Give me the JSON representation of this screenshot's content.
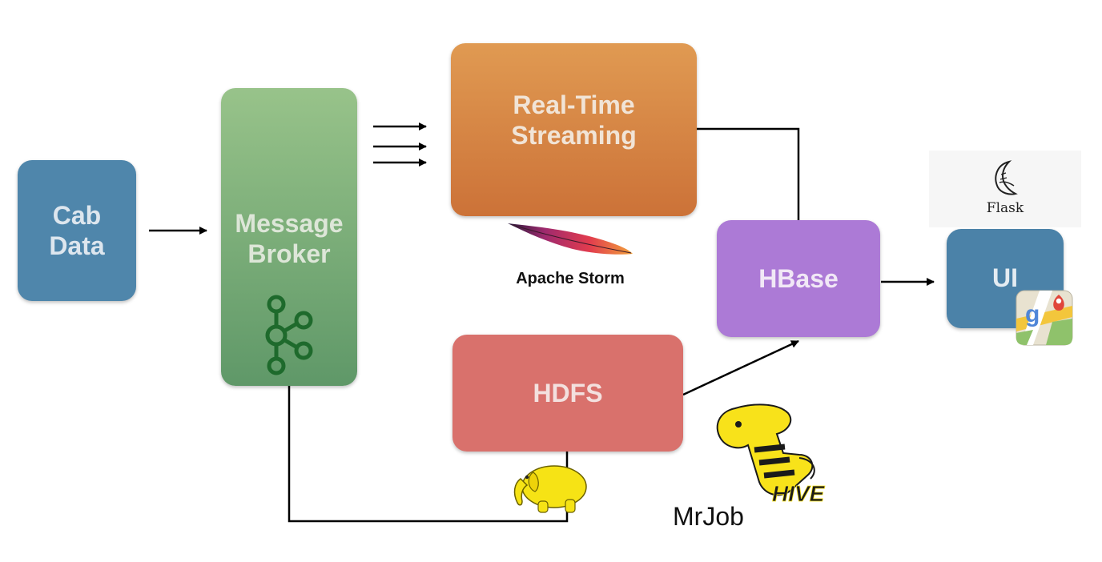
{
  "nodes": {
    "cab_data": "Cab\nData",
    "message_broker": "Message\nBroker",
    "realtime_streaming": "Real-Time\nStreaming",
    "hdfs": "HDFS",
    "hbase": "HBase",
    "ui": "UI"
  },
  "captions": {
    "apache_storm": "Apache Storm",
    "mrjob": "MrJob",
    "flask": "Flask"
  },
  "logos": {
    "hive_wordmark": "HIVE"
  },
  "icons": [
    "kafka-logo-icon",
    "apache-feather-icon",
    "flask-logo-icon",
    "google-maps-icon",
    "hadoop-elephant-icon",
    "hive-bee-icon"
  ],
  "colors": {
    "cab_data": "#4f86ab",
    "message_broker": "#7aae78",
    "realtime_streaming": "#d8843f",
    "hdfs": "#d9716c",
    "hbase": "#ac7ad6",
    "ui": "#4b82a8",
    "kafka_logo": "#1e6a2c",
    "arrow": "#000000"
  }
}
